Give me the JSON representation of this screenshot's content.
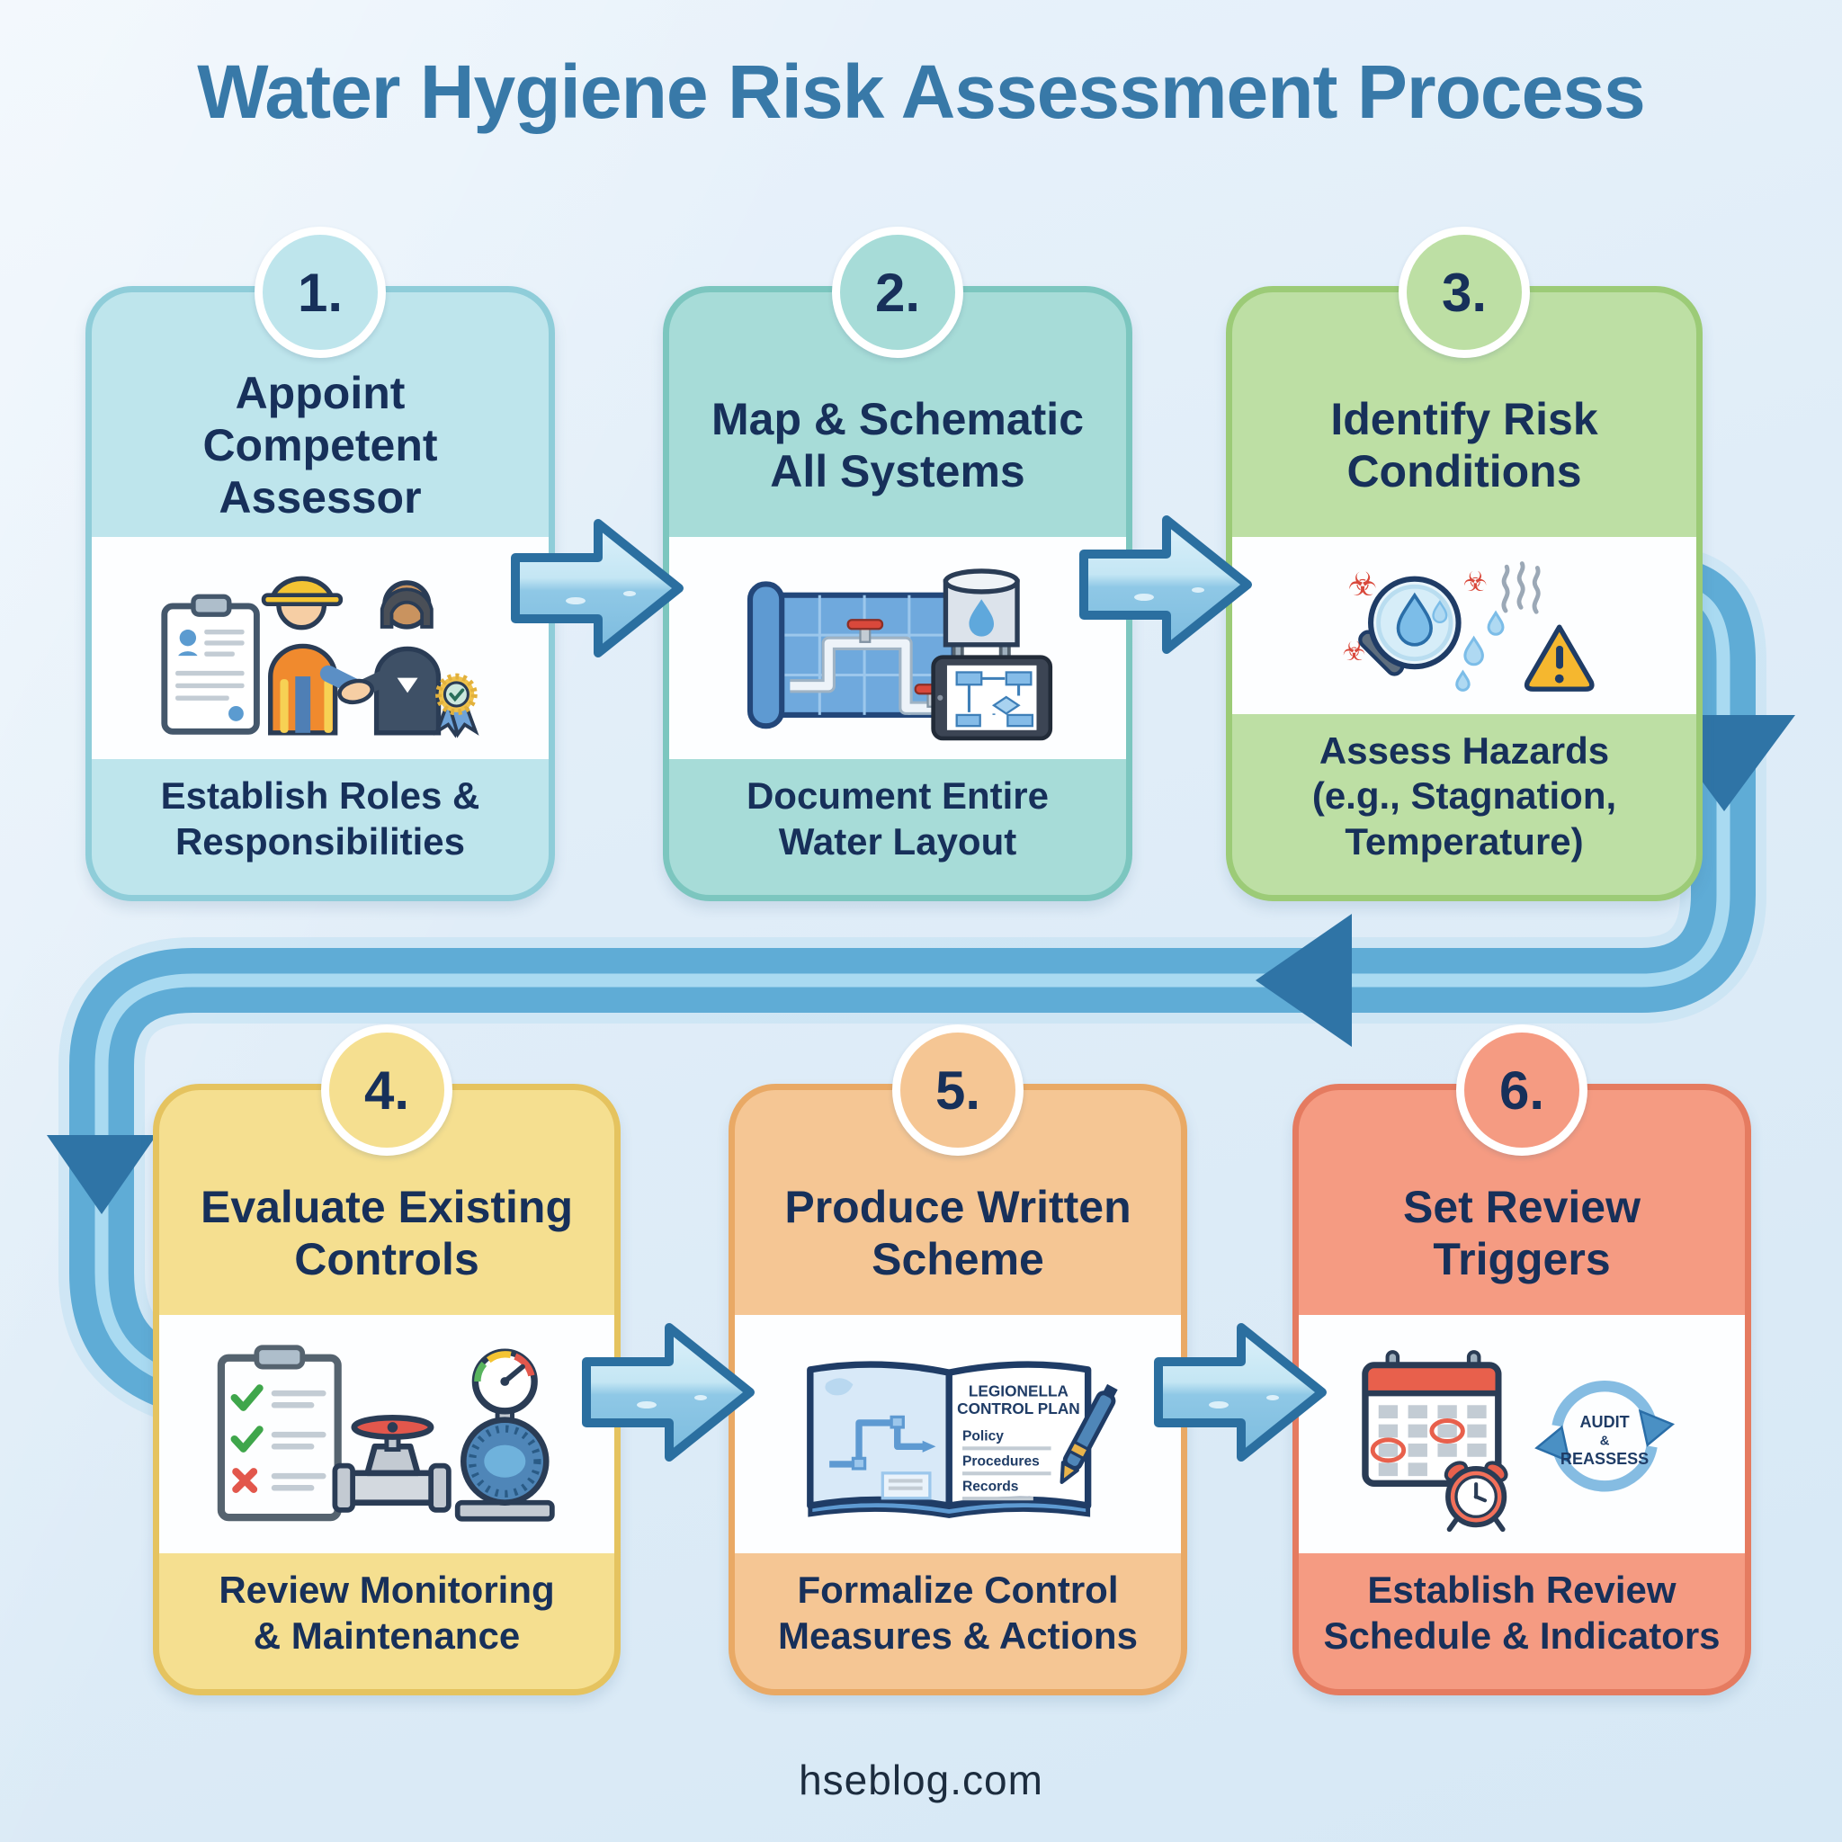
{
  "page": {
    "title": "Water Hygiene Risk Assessment Process",
    "footer": "hseblog.com"
  },
  "palette": {
    "background_top": "#EAF3FB",
    "background_bottom": "#D6E8F5",
    "title_color": "#3879A8",
    "text_navy": "#17305A",
    "footer_color": "#1C2C3E",
    "flow_blue": "#5FACD6",
    "flow_glow": "#BFE0F2",
    "flow_stripe": "#A9DAF1",
    "flow_arrowhead": "#2F74A6",
    "water_arrow_light": "#DDF1FA",
    "water_arrow_mid": "#C4E6F4",
    "water_arrow_deep": "#7BBBDE",
    "water_arrow_outline": "#2B6FA0"
  },
  "steps": [
    {
      "number": "1.",
      "title_lines": [
        "Appoint",
        "Competent",
        "Assessor"
      ],
      "caption_lines": [
        "Establish Roles &",
        "Responsibilities"
      ],
      "colors": {
        "fill": "#BEE5EC",
        "border": "#8FCDD9"
      },
      "icons": [
        "clipboard-icon",
        "worker-figure",
        "assessor-figure",
        "handshake-icon",
        "rosette-badge-icon"
      ]
    },
    {
      "number": "2.",
      "title_lines": [
        "Map & Schematic",
        "All Systems"
      ],
      "caption_lines": [
        "Document Entire",
        "Water Layout"
      ],
      "colors": {
        "fill": "#A7DCD8",
        "border": "#7CC6BF"
      },
      "icons": [
        "blueprint-icon",
        "water-tank-icon",
        "tablet-flowchart-icon"
      ]
    },
    {
      "number": "3.",
      "title_lines": [
        "Identify Risk",
        "Conditions"
      ],
      "caption_lines": [
        "Assess Hazards",
        "(e.g., Stagnation,",
        "Temperature)"
      ],
      "colors": {
        "fill": "#BDDFA4",
        "border": "#9CCB77"
      },
      "biohazard_glyph": "☣",
      "icons": [
        "biohazard-icon",
        "magnifier-water-icon",
        "water-droplet-icon",
        "steam-icon",
        "warning-triangle-icon"
      ]
    },
    {
      "number": "4.",
      "title_lines": [
        "Evaluate Existing",
        "Controls"
      ],
      "caption_lines": [
        "Review Monitoring",
        "& Maintenance"
      ],
      "colors": {
        "fill": "#F5DF90",
        "border": "#E5C35F"
      },
      "icons": [
        "checklist-icon",
        "valve-icon",
        "pump-gauge-icon"
      ]
    },
    {
      "number": "5.",
      "title_lines": [
        "Produce Written",
        "Scheme"
      ],
      "caption_lines": [
        "Formalize Control",
        "Measures & Actions"
      ],
      "colors": {
        "fill": "#F5C694",
        "border": "#E9A965"
      },
      "book": {
        "heading_lines": [
          "LEGIONELLA",
          "CONTROL PLAN"
        ],
        "items": [
          "Policy",
          "Procedures",
          "Records"
        ]
      },
      "icons": [
        "control-plan-book-icon",
        "pen-icon"
      ]
    },
    {
      "number": "6.",
      "title_lines": [
        "Set Review",
        "Triggers"
      ],
      "caption_lines": [
        "Establish Review",
        "Schedule & Indicators"
      ],
      "colors": {
        "fill": "#F59B82",
        "border": "#E57B60"
      },
      "cycle_lines": [
        "AUDIT",
        "&",
        "REASSESS"
      ],
      "icons": [
        "calendar-icon",
        "alarm-clock-icon",
        "audit-cycle-icon"
      ]
    }
  ]
}
